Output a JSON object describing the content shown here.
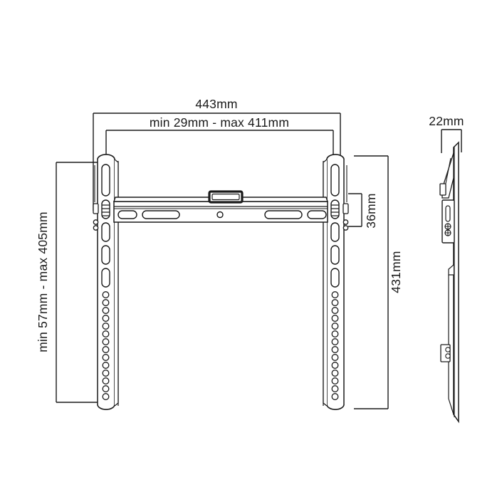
{
  "drawing": {
    "title": "TV wall mount bracket technical dimension drawing",
    "background_color": "#ffffff",
    "line_color": "#1a1a1a",
    "views": {
      "front": "front-elevation",
      "side": "side-profile"
    }
  },
  "dimensions": {
    "overall_width": "443mm",
    "vesa_horizontal_range": "min 29mm - max 411mm",
    "vesa_vertical_range": "min 57mm - max 405mm",
    "bar_height": "36mm",
    "overall_height": "431mm",
    "depth": "22mm"
  },
  "labels": [
    {
      "name": "overall-width-label",
      "text": "443mm",
      "orientation": "horizontal"
    },
    {
      "name": "horizontal-range-label",
      "text": "min 29mm - max 411mm",
      "orientation": "horizontal"
    },
    {
      "name": "vertical-range-label",
      "text": "min 57mm - max 405mm",
      "orientation": "vertical"
    },
    {
      "name": "bar-height-label",
      "text": "36mm",
      "orientation": "vertical"
    },
    {
      "name": "overall-height-label",
      "text": "431mm",
      "orientation": "vertical"
    },
    {
      "name": "depth-label",
      "text": "22mm",
      "orientation": "horizontal"
    }
  ]
}
